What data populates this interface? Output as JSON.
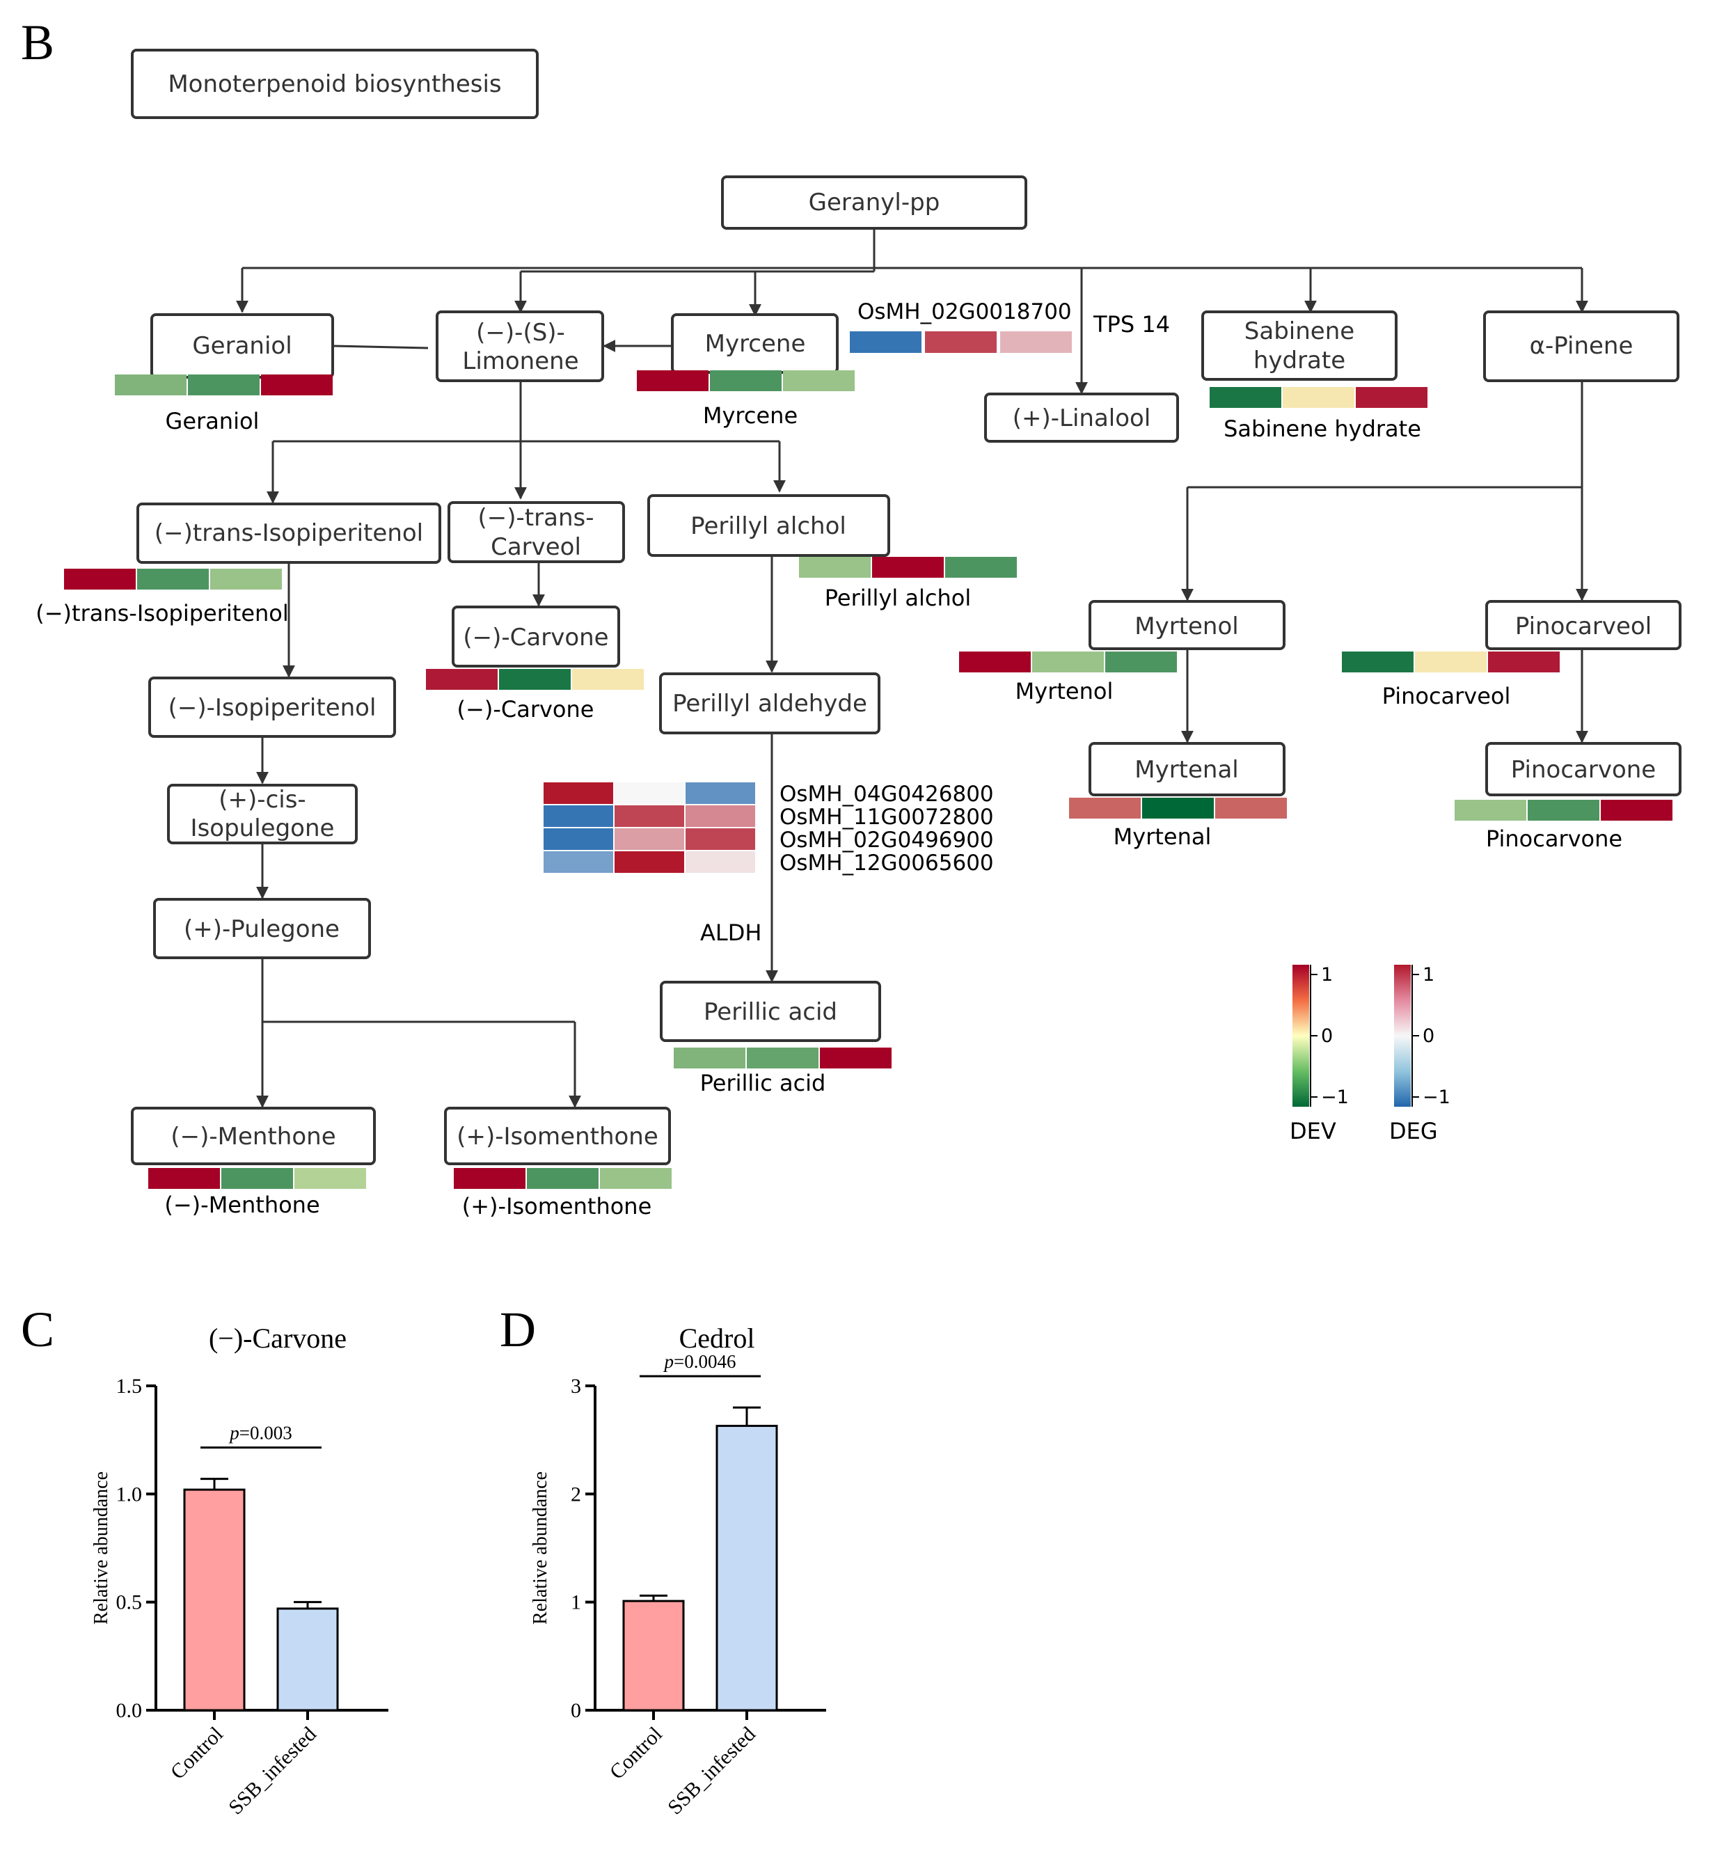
{
  "panel_b": {
    "label": "B",
    "title": "Monoterpenoid biosynthesis",
    "compounds": {
      "geranylpp": "Geranyl-pp",
      "geraniol": "Geraniol",
      "limonene_l1": "(−)-(S)-",
      "limonene_l2": "Limonene",
      "myrcene": "Myrcene",
      "linalool": "(+)-Linalool",
      "sabinene_l1": "Sabinene",
      "sabinene_l2": "hydrate",
      "pinene": "α-Pinene",
      "transiso": "(−)trans-Isopiperitenol",
      "transcarveol_l1": "(−)-trans-",
      "transcarveol_l2": "Carveol",
      "perillyl_alchol": "Perillyl alchol",
      "carvone": "(−)-Carvone",
      "isopiperitenol": "(−)-Isopiperitenol",
      "perillyl_aldehyde": "Perillyl aldehyde",
      "cisiso_l1": "(+)-cis-",
      "cisiso_l2": "Isopulegone",
      "pulegone": "(+)-Pulegone",
      "perillic_acid": "Perillic acid",
      "menthone": "(−)-Menthone",
      "isomenthone": "(+)-Isomenthone",
      "myrtenol": "Myrtenol",
      "pinocarveol": "Pinocarveol",
      "myrtenal": "Myrtenal",
      "pinocarvone": "Pinocarvone"
    },
    "metabolite_labels": {
      "geraniol": "Geraniol",
      "myrcene": "Myrcene",
      "sabinene": "Sabinene hydrate",
      "transiso": "(−)trans-Isopiperitenol",
      "perillyl_alchol": "Perillyl alchol",
      "carvone": "(−)-Carvone",
      "myrtenol": "Myrtenol",
      "pinocarveol": "Pinocarveol",
      "myrtenal": "Myrtenal",
      "pinocarvone": "Pinocarvone",
      "perillic_acid": "Perillic acid",
      "menthone": "(−)-Menthone",
      "isomenthone": "(+)-Isomenthone"
    },
    "metabolite_values": {
      "geraniol": [
        -0.5,
        -0.7,
        1
      ],
      "myrcene": [
        1,
        -0.7,
        -0.4
      ],
      "sabinene": [
        -0.9,
        0.1,
        0.9
      ],
      "transiso": [
        1,
        -0.7,
        -0.4
      ],
      "perillyl_alchol": [
        -0.4,
        1,
        -0.7
      ],
      "carvone": [
        0.9,
        -0.9,
        0.1
      ],
      "myrtenol": [
        1,
        -0.4,
        -0.7
      ],
      "pinocarveol": [
        -0.9,
        0.1,
        0.9
      ],
      "myrtenal": [
        0.6,
        -1,
        0.6
      ],
      "pinocarvone": [
        -0.4,
        -0.7,
        1
      ],
      "perillic_acid": [
        -0.5,
        -0.6,
        1
      ],
      "menthone": [
        1,
        -0.7,
        -0.3
      ],
      "isomenthone": [
        1,
        -0.7,
        -0.4
      ]
    },
    "enzymes": {
      "tps14": "TPS 14",
      "aldh": "ALDH"
    },
    "gene_labels": {
      "linalool_gene": "OsMH_02G0018700",
      "aldh_genes": [
        "OsMH_04G0426800",
        "OsMH_11G0072800",
        "OsMH_02G0496900",
        "OsMH_12G0065600"
      ]
    },
    "gene_values": {
      "linalool_gene": [
        -0.9,
        0.8,
        0.3
      ],
      "aldh_genes": [
        [
          1,
          0,
          -0.7
        ],
        [
          -0.9,
          0.8,
          0.5
        ],
        [
          -0.9,
          0.4,
          0.8
        ],
        [
          -0.6,
          1,
          0.1
        ]
      ]
    },
    "legend": {
      "dev": {
        "title": "DEV",
        "ticks": [
          "1",
          "0",
          "−1"
        ],
        "colors": [
          "#a50026",
          "#ffffbf",
          "#006837"
        ]
      },
      "deg": {
        "title": "DEG",
        "ticks": [
          "1",
          "0",
          "−1"
        ],
        "colors": [
          "#b2182b",
          "#f7f7f7",
          "#2166ac"
        ]
      }
    }
  },
  "chart_data": [
    {
      "type": "bar",
      "panel": "C",
      "title": "(−)-Carvone",
      "ylabel": "Relative abundance",
      "categories": [
        "Control",
        "SSB_infested"
      ],
      "values": [
        1.02,
        0.47
      ],
      "errors": [
        0.05,
        0.03
      ],
      "ylim": [
        0,
        1.5
      ],
      "yticks": [
        "0.0",
        "0.5",
        "1.0",
        "1.5"
      ],
      "colors": [
        "#ff9f9f",
        "#c5dbf5"
      ],
      "annotation": "p=0.003"
    },
    {
      "type": "bar",
      "panel": "D",
      "title": "Cedrol",
      "ylabel": "Relative abundance",
      "categories": [
        "Control",
        "SSB_infested"
      ],
      "values": [
        1.01,
        2.63
      ],
      "errors": [
        0.05,
        0.17
      ],
      "ylim": [
        0,
        3
      ],
      "yticks": [
        "0",
        "1",
        "2",
        "3"
      ],
      "colors": [
        "#ff9f9f",
        "#c5dbf5"
      ],
      "annotation": "p=0.0046"
    }
  ]
}
